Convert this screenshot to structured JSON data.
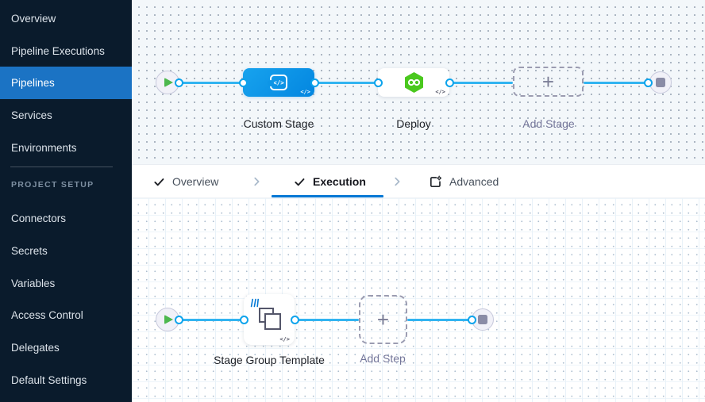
{
  "sidebar": {
    "nav_items": [
      {
        "label": "Overview",
        "active": false
      },
      {
        "label": "Pipeline Executions",
        "active": false
      },
      {
        "label": "Pipelines",
        "active": true
      },
      {
        "label": "Services",
        "active": false
      },
      {
        "label": "Environments",
        "active": false
      }
    ],
    "section_label": "PROJECT SETUP",
    "setup_items": [
      {
        "label": "Connectors"
      },
      {
        "label": "Secrets"
      },
      {
        "label": "Variables"
      },
      {
        "label": "Access Control"
      },
      {
        "label": "Delegates"
      },
      {
        "label": "Default Settings"
      }
    ]
  },
  "stage_pipeline": {
    "start_icon": "play-icon",
    "end_icon": "stop-icon",
    "nodes": [
      {
        "label": "Custom Stage",
        "icon": "custom-stage-icon",
        "code_badge": "</>"
      },
      {
        "label": "Deploy",
        "icon": "cd-hexagon-icon",
        "code_badge": "</>"
      },
      {
        "label": "Add Stage",
        "icon": "plus-icon",
        "plus_glyph": "+"
      }
    ]
  },
  "tab_bar": {
    "tabs": [
      {
        "label": "Overview",
        "icon": "check-icon",
        "active": false
      },
      {
        "label": "Execution",
        "icon": "check-icon",
        "active": true
      },
      {
        "label": "Advanced",
        "icon": "advanced-tab-icon",
        "active": false
      }
    ]
  },
  "execution_pipeline": {
    "start_icon": "play-icon",
    "end_icon": "stop-icon",
    "nodes": [
      {
        "label": "Stage Group Template",
        "icon": "stage-group-icon",
        "template_badge": "template-lines-icon",
        "code_badge": "</>"
      },
      {
        "label": "Add Step",
        "icon": "plus-icon",
        "plus_glyph": "+"
      }
    ]
  },
  "colors": {
    "sidebar_bg": "#0a1b2c",
    "sidebar_active": "#1b73c4",
    "accent_blue": "#0278d5",
    "edge_blue": "#32b4f1",
    "port_ring_blue": "#0ba3ec",
    "custom_stage_blue": "#0b90e6",
    "deploy_green": "#4ac81e",
    "play_green": "#4db84e",
    "stop_gray": "#8a8ca6",
    "canvas_tint": "#f3f7fa"
  }
}
